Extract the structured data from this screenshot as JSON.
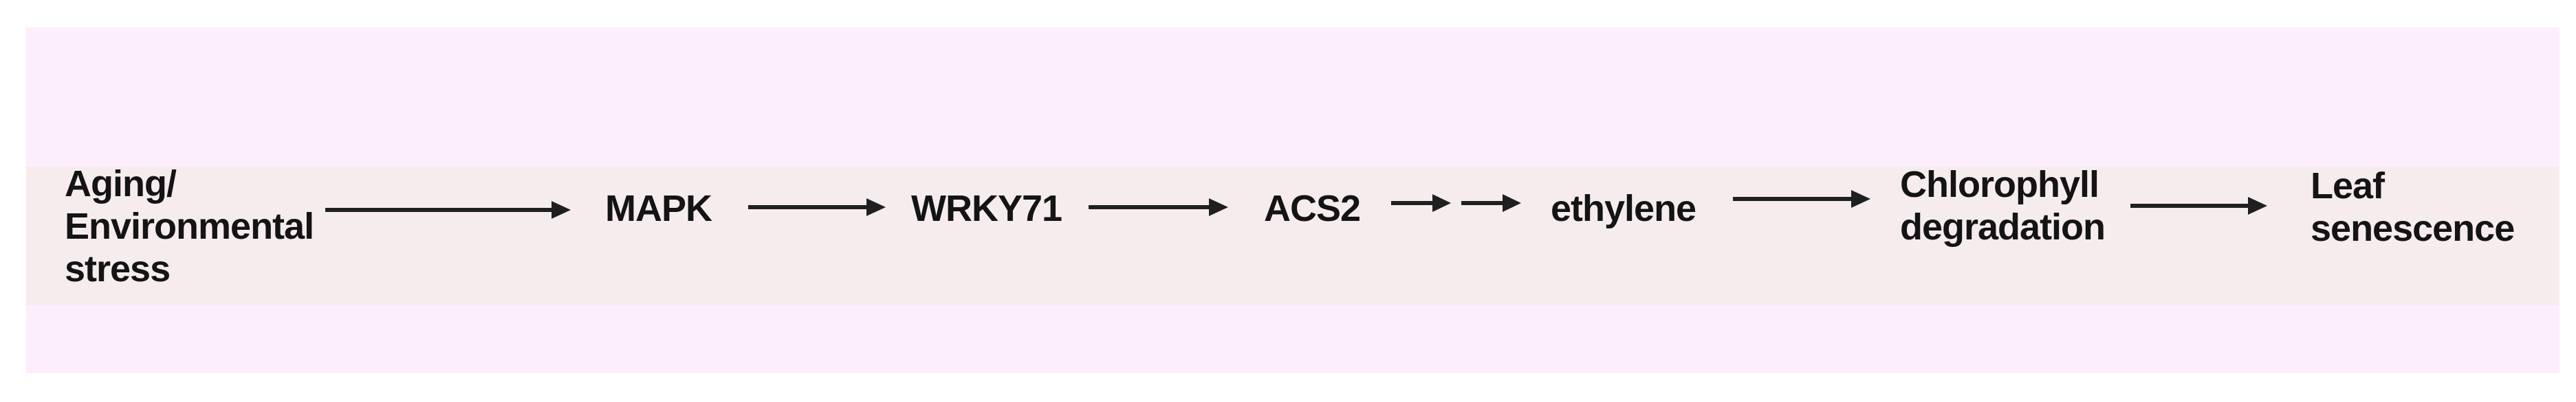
{
  "diagram": {
    "kind": "signaling-pathway-flow",
    "title": "",
    "nodes": [
      {
        "id": "stress",
        "lines": [
          "Aging/",
          "Environmental",
          "stress"
        ]
      },
      {
        "id": "mapk",
        "lines": [
          "MAPK"
        ]
      },
      {
        "id": "wrky71",
        "lines": [
          "WRKY71"
        ]
      },
      {
        "id": "acs2",
        "lines": [
          "ACS2"
        ]
      },
      {
        "id": "ethylene",
        "lines": [
          "ethylene"
        ]
      },
      {
        "id": "chlorophyll-degradation",
        "lines": [
          "Chlorophyll",
          "degradation"
        ]
      },
      {
        "id": "leaf-senescence",
        "lines": [
          "Leaf",
          "senescence"
        ]
      }
    ],
    "edges": [
      {
        "from": "stress",
        "to": "mapk",
        "type": "arrow"
      },
      {
        "from": "mapk",
        "to": "wrky71",
        "type": "arrow"
      },
      {
        "from": "wrky71",
        "to": "acs2",
        "type": "arrow"
      },
      {
        "from": "acs2",
        "to": "ethylene",
        "type": "double-arrow"
      },
      {
        "from": "ethylene",
        "to": "chlorophyll-degradation",
        "type": "arrow"
      },
      {
        "from": "chlorophyll-degradation",
        "to": "leaf-senescence",
        "type": "arrow"
      }
    ]
  },
  "colors": {
    "page": "#ffffff",
    "background": "#fdeefd",
    "band": "#f6ecee",
    "text": "#141414",
    "arrow": "#1f1f1f"
  }
}
